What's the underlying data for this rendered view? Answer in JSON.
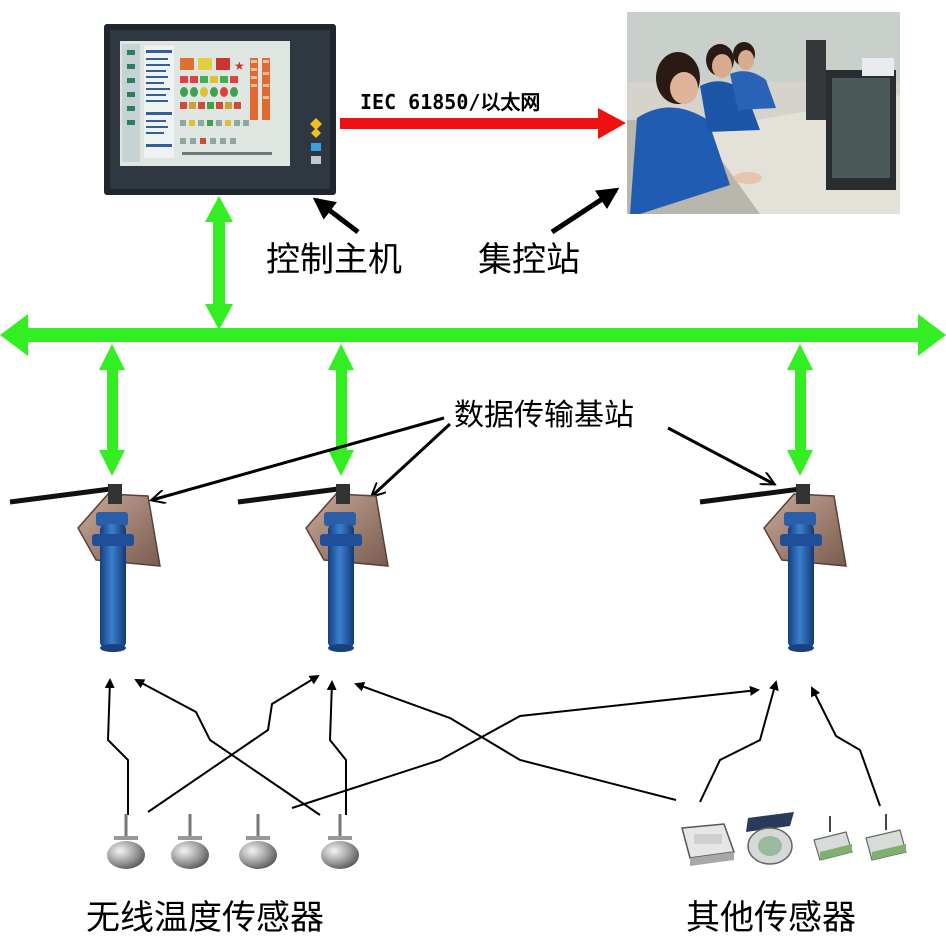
{
  "labels": {
    "control_host": "控制主机",
    "central_station": "集控站",
    "protocol": "IEC 61850/以太网",
    "base_station": "数据传输基站",
    "temp_sensors": "无线温度传感器",
    "other_sensors": "其他传感器"
  },
  "colors": {
    "bus_green": "#33ee22",
    "protocol_red": "#ee1111",
    "station_blue": "#2266bb",
    "bracket_brown": "#a08070",
    "monitor_frame": "#222a33",
    "screen_bg": "#dfe6e2"
  },
  "icons": {
    "host": "industrial-monitor-icon",
    "station_photo": "operators-photo-icon",
    "base_station": "antenna-base-station-icon",
    "temp_sensor": "button-sensor-icon",
    "other_sensor": "device-sensor-icon"
  }
}
